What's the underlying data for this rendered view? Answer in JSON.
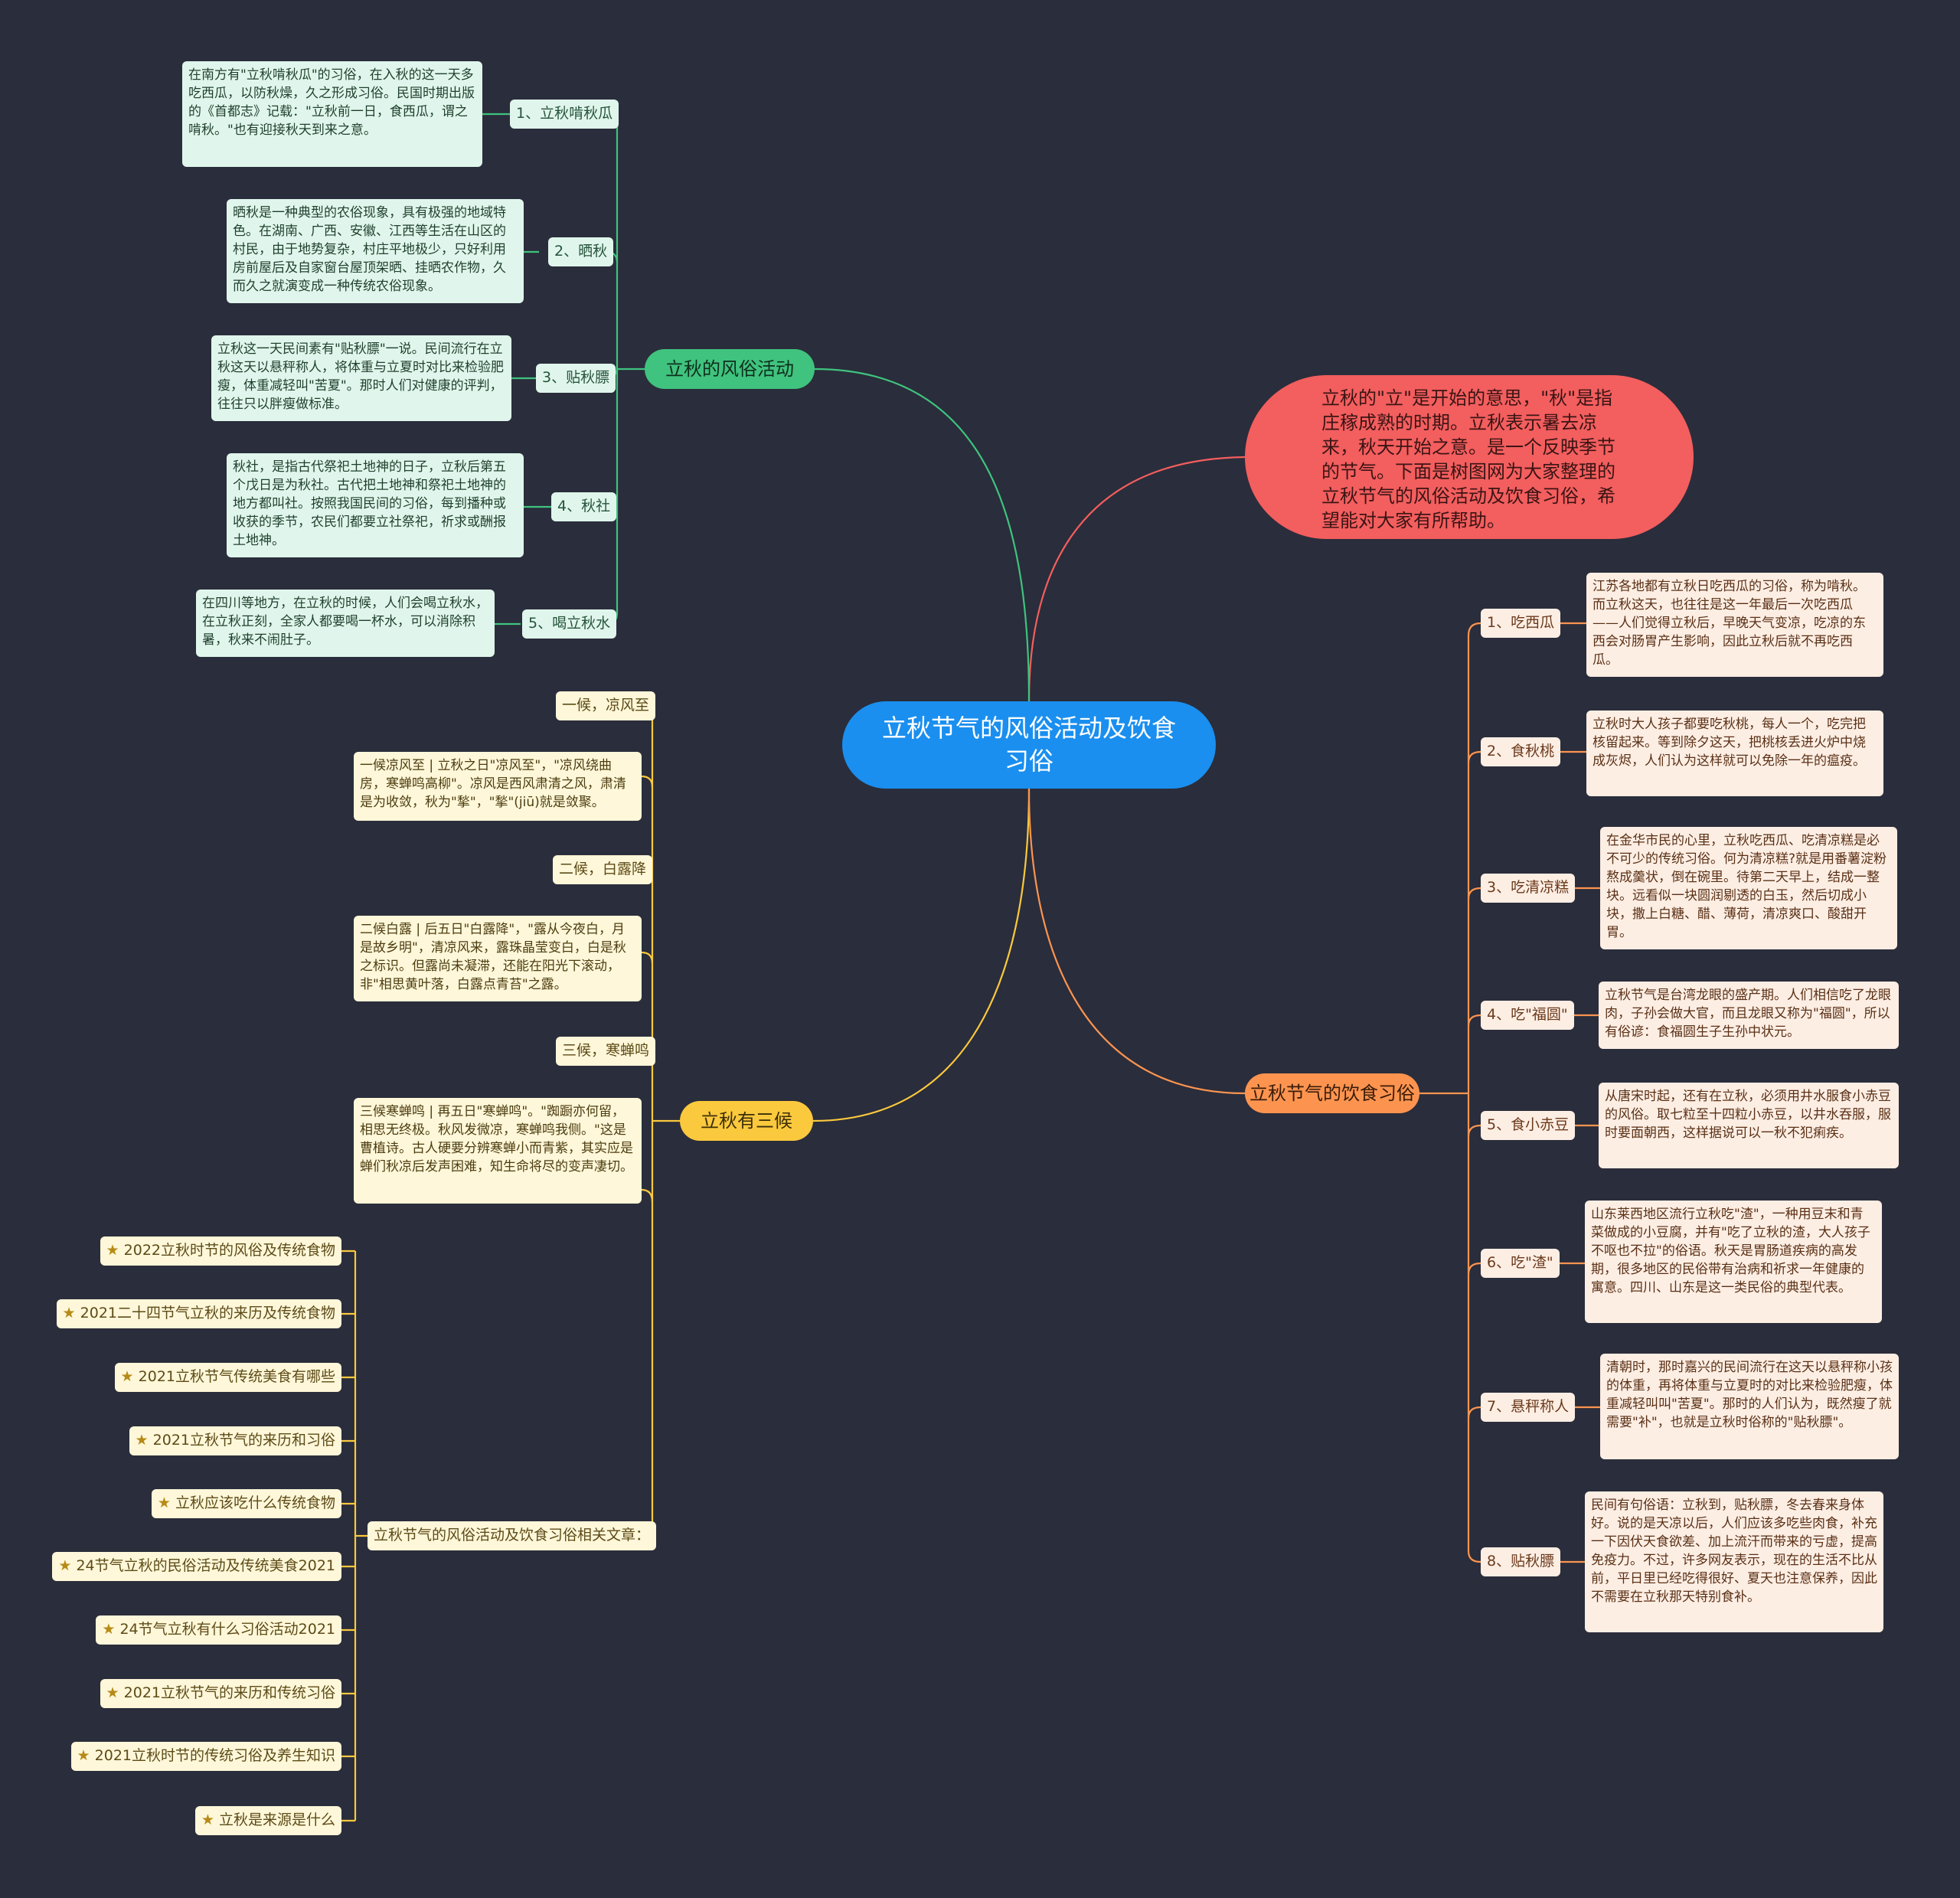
{
  "colors": {
    "background": "#2a2d3b",
    "root": "#1a8fef",
    "intro": "#f35e5e",
    "green": "#3fc37e",
    "yellow": "#fbc93d",
    "orange": "#fc9450"
  },
  "root": {
    "title": "立秋节气的风俗活动及饮食习俗"
  },
  "intro": {
    "text": "立秋的\"立\"是开始的意思，\"秋\"是指庄稼成熟的时期。立秋表示暑去凉来，秋天开始之意。是一个反映季节的节气。下面是树图网为大家整理的立秋节气的风俗活动及饮食习俗，希望能对大家有所帮助。"
  },
  "customs": {
    "title": "立秋的风俗活动",
    "items": [
      {
        "label": "1、立秋啃秋瓜",
        "text": "在南方有\"立秋啃秋瓜\"的习俗，在入秋的这一天多吃西瓜，以防秋燥，久之形成习俗。民国时期出版的《首都志》记载：\"立秋前一日，食西瓜，谓之啃秋。\"也有迎接秋天到来之意。"
      },
      {
        "label": "2、晒秋",
        "text": "晒秋是一种典型的农俗现象，具有极强的地域特色。在湖南、广西、安徽、江西等生活在山区的村民，由于地势复杂，村庄平地极少，只好利用房前屋后及自家窗台屋顶架晒、挂晒农作物，久而久之就演变成一种传统农俗现象。"
      },
      {
        "label": "3、贴秋膘",
        "text": "立秋这一天民间素有\"贴秋膘\"一说。民间流行在立秋这天以悬秤称人，将体重与立夏时对比来检验肥瘦，体重减轻叫\"苦夏\"。那时人们对健康的评判，往往只以胖瘦做标准。"
      },
      {
        "label": "4、秋社",
        "text": "秋社，是指古代祭祀土地神的日子，立秋后第五个戊日是为秋社。古代把土地神和祭祀土地神的地方都叫社。按照我国民间的习俗，每到播种或收获的季节，农民们都要立社祭祀，祈求或酬报土地神。"
      },
      {
        "label": "5、喝立秋水",
        "text": "在四川等地方，在立秋的时候，人们会喝立秋水，在立秋正刻，全家人都要喝一杯水，可以消除积暑，秋来不闹肚子。"
      }
    ]
  },
  "three": {
    "title": "立秋有三候",
    "items": [
      {
        "label": "一候，凉风至",
        "text": "一候凉风至 | 立秋之日\"凉风至\"，\"凉风绕曲房，寒蝉鸣高柳\"。凉风是西风肃清之风，肃清是为收敛，秋为\"揫\"，\"揫\"(jiū)就是敛聚。"
      },
      {
        "label": "二候，白露降",
        "text": "二候白露 | 后五日\"白露降\"，\"露从今夜白，月是故乡明\"，清凉风来，露珠晶莹变白，白是秋之标识。但露尚未凝滞，还能在阳光下滚动，非\"相思黄叶落，白露点青苔\"之露。"
      },
      {
        "label": "三候，寒蝉鸣",
        "text": "三候寒蝉鸣 | 再五日\"寒蝉鸣\"。\"踟蹰亦何留，相思无终极。秋风发微凉，寒蝉鸣我侧。\"这是曹植诗。古人硬要分辨寒蝉小而青紫，其实应是蝉们秋凉后发声困难，知生命将尽的变声凄切。"
      }
    ],
    "related": {
      "title": "立秋节气的风俗活动及饮食习俗相关文章：",
      "star": "★",
      "links": [
        "2022立秋时节的风俗及传统食物",
        "2021二十四节气立秋的来历及传统食物",
        "2021立秋节气传统美食有哪些",
        "2021立秋节气的来历和习俗",
        "立秋应该吃什么传统食物",
        "24节气立秋的民俗活动及传统美食2021",
        "24节气立秋有什么习俗活动2021",
        "2021立秋节气的来历和传统习俗",
        "2021立秋时节的传统习俗及养生知识",
        "立秋是来源是什么"
      ]
    }
  },
  "food": {
    "title": "立秋节气的饮食习俗",
    "items": [
      {
        "label": "1、吃西瓜",
        "text": "江苏各地都有立秋日吃西瓜的习俗，称为啃秋。而立秋这天，也往往是这一年最后一次吃西瓜——人们觉得立秋后，早晚天气变凉，吃凉的东西会对肠胃产生影响，因此立秋后就不再吃西瓜。"
      },
      {
        "label": "2、食秋桃",
        "text": "立秋时大人孩子都要吃秋桃，每人一个，吃完把核留起来。等到除夕这天，把桃核丢进火炉中烧成灰烬，人们认为这样就可以免除一年的瘟疫。"
      },
      {
        "label": "3、吃清凉糕",
        "text": "在金华市民的心里，立秋吃西瓜、吃清凉糕是必不可少的传统习俗。何为清凉糕?就是用番薯淀粉熬成羹状，倒在碗里。待第二天早上，结成一整块。远看似一块圆润剔透的白玉，然后切成小块，撒上白糖、醋、薄荷，清凉爽口、酸甜开胃。"
      },
      {
        "label": "4、吃\"福圆\"",
        "text": "立秋节气是台湾龙眼的盛产期。人们相信吃了龙眼肉，子孙会做大官，而且龙眼又称为\"福圆\"，所以有俗谚：食福圆生子生孙中状元。"
      },
      {
        "label": "5、食小赤豆",
        "text": "从唐宋时起，还有在立秋，必须用井水服食小赤豆的风俗。取七粒至十四粒小赤豆，以井水吞服，服时要面朝西，这样据说可以一秋不犯痢疾。"
      },
      {
        "label": "6、吃\"渣\"",
        "text": "山东莱西地区流行立秋吃\"渣\"，一种用豆末和青菜做成的小豆腐，并有\"吃了立秋的渣，大人孩子不呕也不拉\"的俗语。秋天是胃肠道疾病的高发期，很多地区的民俗带有治病和祈求一年健康的寓意。四川、山东是这一类民俗的典型代表。"
      },
      {
        "label": "7、悬秤称人",
        "text": "清朝时，那时嘉兴的民间流行在这天以悬秤称小孩的体重，再将体重与立夏时的对比来检验肥瘦，体重减轻叫叫\"苦夏\"。那时的人们认为，既然瘦了就需要\"补\"，也就是立秋时俗称的\"贴秋膘\"。"
      },
      {
        "label": "8、贴秋膘",
        "text": "民间有句俗语：立秋到，贴秋膘，冬去春来身体好。说的是天凉以后，人们应该多吃些肉食，补充一下因伏天食欲差、加上流汗而带来的亏虚，提高免疫力。不过，许多网友表示，现在的生活不比从前，平日里已经吃得很好、夏天也注意保养，因此不需要在立秋那天特别食补。"
      }
    ]
  }
}
